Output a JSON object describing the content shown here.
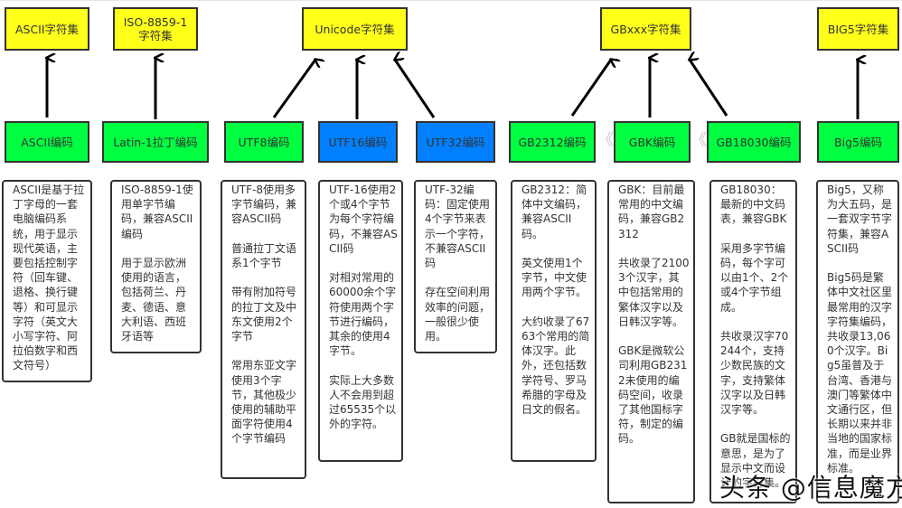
{
  "charsets": [
    {
      "id": "ascii",
      "label": "ASCII字符集"
    },
    {
      "id": "iso",
      "label": "ISO-8859-1\n字符集"
    },
    {
      "id": "unicode",
      "label": "Unicode字符集"
    },
    {
      "id": "gbxxx",
      "label": "GBxxx字符集"
    },
    {
      "id": "big5",
      "label": "BIG5字符集"
    }
  ],
  "encodings": [
    {
      "id": "ascii",
      "label": "ASCII编码",
      "color": "#00ff40"
    },
    {
      "id": "latin1",
      "label": "Latin-1拉丁编码",
      "color": "#00ff40"
    },
    {
      "id": "utf8",
      "label": "UTF8编码",
      "color": "#00ff40"
    },
    {
      "id": "utf16",
      "label": "UTF16编码",
      "color": "#0080ff"
    },
    {
      "id": "utf32",
      "label": "UTF32编码",
      "color": "#0080ff"
    },
    {
      "id": "gb2312",
      "label": "GB2312编码",
      "color": "#00ff40"
    },
    {
      "id": "gbk",
      "label": "GBK编码",
      "color": "#00ff40"
    },
    {
      "id": "gb18030",
      "label": "GB18030编码",
      "color": "#00ff40"
    },
    {
      "id": "big5",
      "label": "Big5编码",
      "color": "#00ff40"
    }
  ],
  "separators": [
    "《",
    "《"
  ],
  "notes": [
    {
      "id": "ascii",
      "text": "ASCII是基于拉丁字母的一套电脑编码系统，用于显示现代英语，主要包括控制字符（回车键、退格、换行键等）和可显示字符（英文大小写字符、阿拉伯数字和西文符号）"
    },
    {
      "id": "latin1",
      "text": "ISO-8859-1使用单字节编码，兼容ASCII编码\n\n用于显示欧洲使用的语言，包括荷兰、丹麦、德语、意大利语、西班牙语等"
    },
    {
      "id": "utf8",
      "text": "UTF-8使用多字节编码，兼容ASCII码\n\n普通拉丁文语系1个字节\n\n带有附加符号的拉丁文及中东文使用2个字节\n\n常用东亚文字使用3个字节，其他极少使用的辅助平面字符使用4个字节编码"
    },
    {
      "id": "utf16",
      "text": "UTF-16使用2个或4个字节为每个字符编码，不兼容ASCII码\n\n对相对常用的60000余个字符使用两个字节进行编码，其余的使用4字节。\n\n实际上大多数人不会用到超过65535个以外的字符。"
    },
    {
      "id": "utf32",
      "text": "UTF-32编码：固定使用4个字节来表示一个字符，不兼容ASCII码\n\n存在空间利用效率的问题，一般很少使用。"
    },
    {
      "id": "gb2312",
      "text": "GB2312：简体中文编码，兼容ASCII码。\n\n英文使用1个字节，中文使用两个字节。\n\n大约收录了6763个常用的简体汉字。此外，还包括数学符号、罗马希腊的字母及日文的假名。"
    },
    {
      "id": "gbk",
      "text": "GBK：目前最常用的中文编码，兼容GB2312\n\n共收录了21003个汉字，其中包括常用的繁体汉字以及日韩汉字等。\n\nGBK是微软公司利用GB2312未使用的编码空间，收录了其他国标字符，制定的编码。"
    },
    {
      "id": "gb18030",
      "text": "GB18030：最新的中文码表，兼容GBK\n\n采用多字节编码，每个字可以由1个、2个或4个字节组成。\n\n共收录汉字70244个，支持少数民族的文字，支持繁体汉字以及日韩汉字等。\n\nGB就是国标的意思，是为了显示中文而设计的字符集。"
    },
    {
      "id": "big5",
      "text": "Big5，又称为大五码，是一套双字节字符集，兼容ASCII码\n\nBig5码是繁体中文社区里最常用的汉字字符集编码，共收录13,060个汉字。Big5虽普及于台湾、香港与澳门等繁体中文通行区，但长期以来并非当地的国家标准，而是业界标准。"
    }
  ],
  "watermark": "头条 @信息魔方"
}
